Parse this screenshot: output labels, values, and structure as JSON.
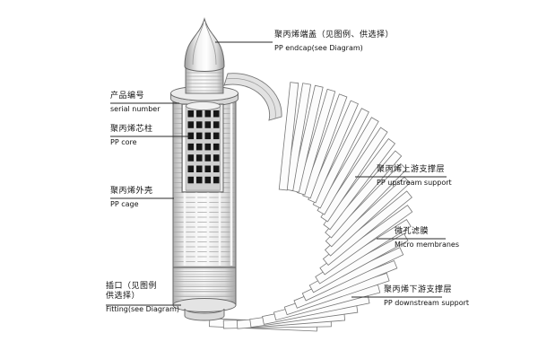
{
  "diagram": {
    "labels": {
      "endcap": {
        "zh": "聚丙烯端盖（见图例、供选择）",
        "en": "PP endcap(see Diagram)"
      },
      "serial": {
        "zh": "产品编号",
        "en": "serial number"
      },
      "core": {
        "zh": "聚丙烯芯柱",
        "en": "PP core"
      },
      "cage": {
        "zh": "聚丙烯外壳",
        "en": "PP cage"
      },
      "fitting": {
        "zh": "插口（见图例\n供选择）",
        "en": "Fitting(see Diagram)"
      },
      "upstream": {
        "zh": "聚丙烯上游支撑层",
        "en": "PP upstream support"
      },
      "membranes": {
        "zh": "微孔滤膜",
        "en": "Micro membranes"
      },
      "downstream": {
        "zh": "聚丙烯下游支撑层",
        "en": "PP downstream support"
      }
    },
    "colors": {
      "leader_line": "#2a2a2a",
      "part_stroke": "#666666",
      "part_fill": "#ececec",
      "core_hole": "#161616",
      "membrane_fill": "#fcfcfc"
    }
  }
}
